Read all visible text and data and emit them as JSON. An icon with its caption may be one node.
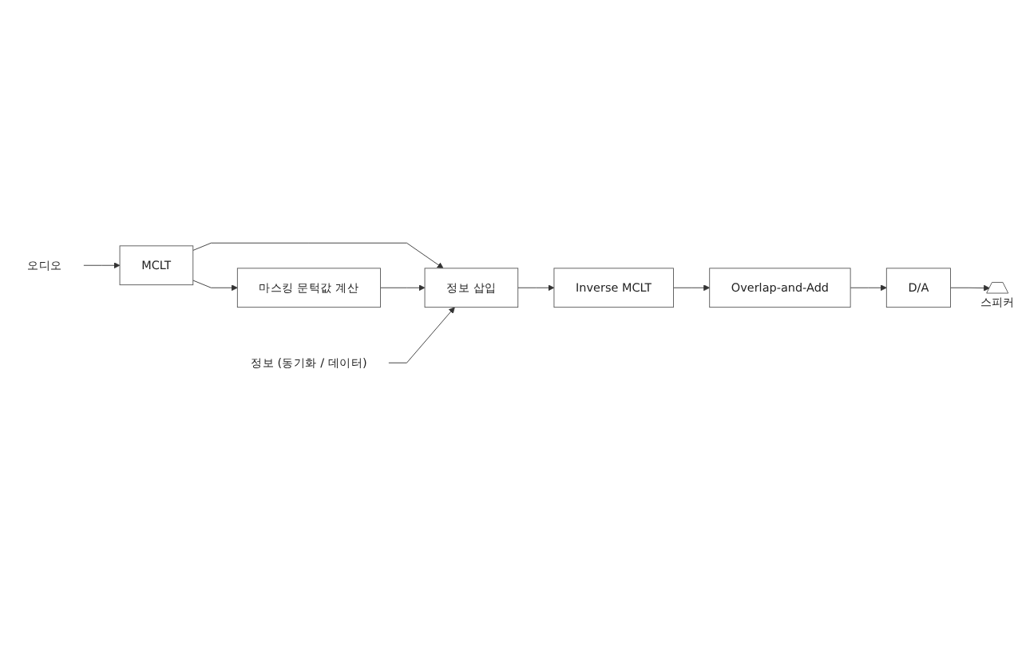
{
  "diagram": {
    "nodes": [
      {
        "text": [
          "마스킹 문턱값 계산"
        ]
      },
      {
        "text": [
          "오디오"
        ]
      },
      {
        "text": [
          "MCLT"
        ]
      },
      {
        "text": [
          "정보 삽입"
        ]
      },
      {
        "text": [
          "Inverse MCLT"
        ]
      },
      {
        "text": [
          "정보 (동기화 / 데이터)"
        ]
      },
      {
        "text": [
          "Overlap-and-Add"
        ]
      },
      {
        "text": [
          "D/A"
        ]
      },
      {
        "text": [],
        "shape": "speaker",
        "beside": [
          "스피커"
        ]
      }
    ],
    "edges": [
      {
        "from": 1,
        "to": 2,
        "arrow": "to"
      },
      {
        "from": 2,
        "to": 0,
        "arrow": "to"
      },
      {
        "from": 2,
        "to": 3,
        "arrow": "to"
      },
      {
        "from": 0,
        "to": 3,
        "arrow": "to"
      },
      {
        "from": 5,
        "to": 3,
        "arrow": "to"
      },
      {
        "from": 3,
        "to": 4,
        "arrow": "to"
      },
      {
        "from": 4,
        "to": 6,
        "arrow": "to"
      },
      {
        "from": 6,
        "to": 7,
        "arrow": "to"
      },
      {
        "from": 7,
        "to": 8,
        "arrow": "to"
      }
    ]
  }
}
